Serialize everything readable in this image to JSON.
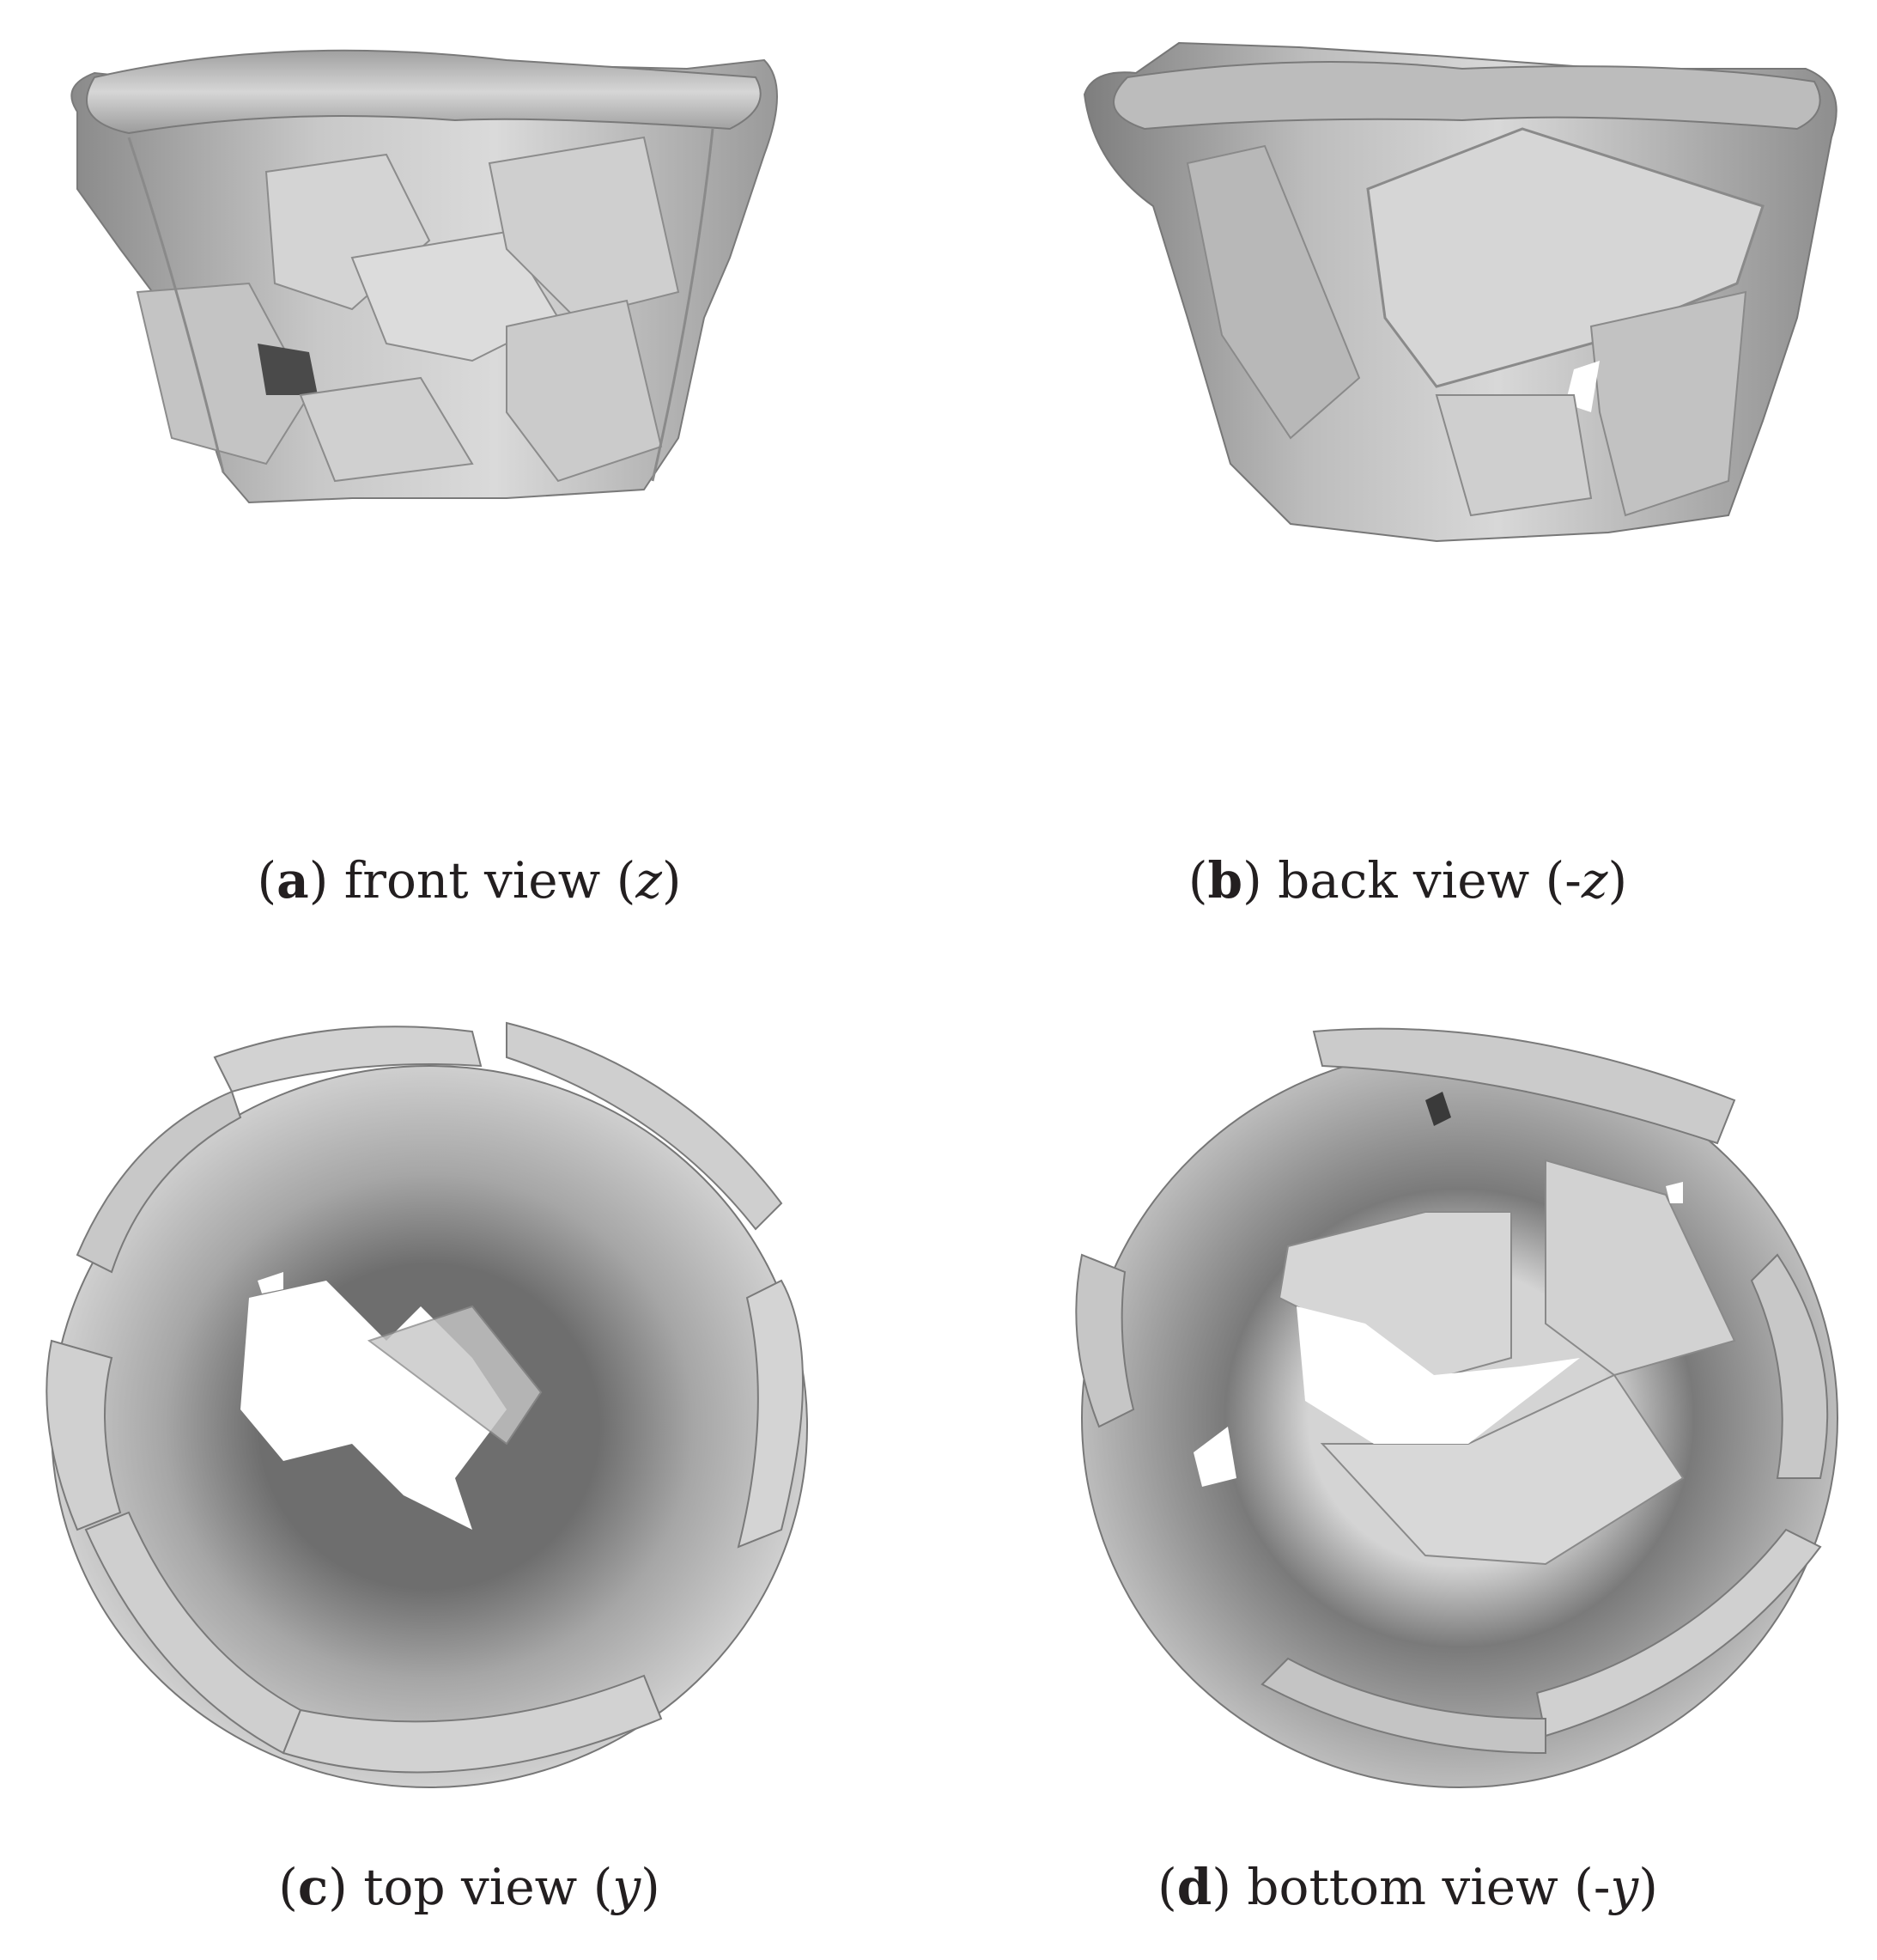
{
  "figure": {
    "panels": [
      {
        "id": "a",
        "letter": "a",
        "caption_text": "front view",
        "axis_prefix": "",
        "axis_var": "z",
        "render_subject": "reconstructed pot mesh — front view",
        "icon": "mesh-front-view-icon"
      },
      {
        "id": "b",
        "letter": "b",
        "caption_text": "back view",
        "axis_prefix": "-",
        "axis_var": "z",
        "render_subject": "reconstructed pot mesh — back view",
        "icon": "mesh-back-view-icon"
      },
      {
        "id": "c",
        "letter": "c",
        "caption_text": "top view",
        "axis_prefix": "",
        "axis_var": "y",
        "render_subject": "reconstructed pot mesh — top view",
        "icon": "mesh-top-view-icon"
      },
      {
        "id": "d",
        "letter": "d",
        "caption_text": "bottom view",
        "axis_prefix": "-",
        "axis_var": "y",
        "render_subject": "reconstructed pot mesh — bottom view",
        "icon": "mesh-bottom-view-icon"
      }
    ],
    "colors": {
      "background": "#ffffff",
      "mesh_light": "#d9d9d9",
      "mesh_mid": "#b4b4b4",
      "mesh_dark": "#8a8a8a",
      "mesh_shadow": "#6e6e6e",
      "text": "#231f20"
    }
  }
}
